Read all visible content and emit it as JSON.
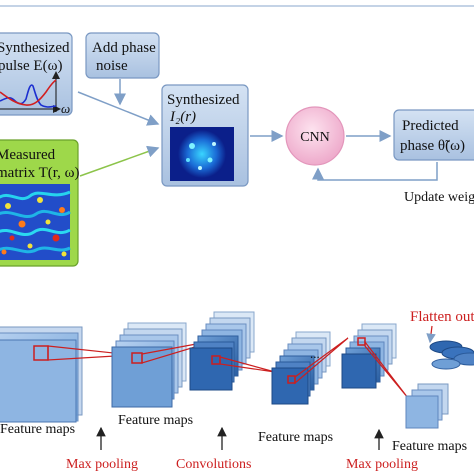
{
  "top": {
    "synth_pulse_line1": "Synthesized",
    "synth_pulse_line2": "pulse E(ω)",
    "add_phase_line1": "Add phase",
    "add_phase_line2": "noise",
    "measured_line1": "Measured",
    "measured_line2": "matrix T(r, ω)",
    "synth_image_line1": "Synthesized",
    "synth_image_line2": "I₂(r)",
    "cnn": "CNN",
    "predicted_line1": "Predicted",
    "predicted_line2": "phase θ̃(ω)",
    "update": "Update weights",
    "omega_axis": "ω"
  },
  "bottom": {
    "feature_maps": [
      "Feature maps",
      "Feature maps",
      "Feature maps",
      "Feature maps"
    ],
    "flatten": "Flatten out",
    "ellipsis": "...",
    "ops": [
      "Max pooling",
      "Convolutions",
      "Max pooling"
    ]
  },
  "colors": {
    "box_fill": "#b8cde6",
    "box_stroke": "#7a98c2",
    "measured_fill": "#9ed84a",
    "cnn_fill": "#f5c6dc",
    "arrow": "#7f9fc7",
    "red": "#cc1f1f",
    "map_dark": "#2a63a8",
    "map_light": "#a9c7ea"
  }
}
